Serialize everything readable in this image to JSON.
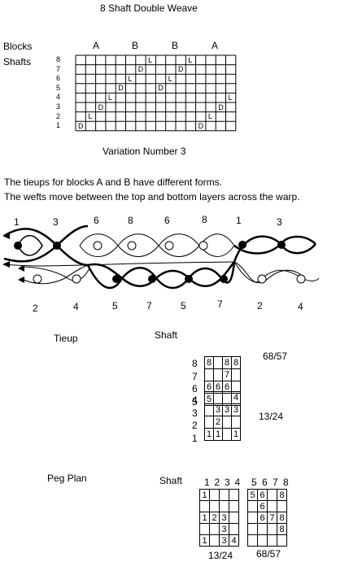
{
  "title": "8 Shaft Double Weave",
  "blocks_label": "Blocks",
  "shafts_label": "Shafts",
  "block_letters": [
    "A",
    "B",
    "B",
    "A"
  ],
  "draft_shafts": [
    "8",
    "7",
    "6",
    "5",
    "4",
    "3",
    "2",
    "1"
  ],
  "draft_marks": [
    {
      "col": 0,
      "shaft": 1,
      "t": "D"
    },
    {
      "col": 1,
      "shaft": 2,
      "t": "L"
    },
    {
      "col": 2,
      "shaft": 3,
      "t": "D"
    },
    {
      "col": 3,
      "shaft": 4,
      "t": "L"
    },
    {
      "col": 4,
      "shaft": 5,
      "t": "D"
    },
    {
      "col": 5,
      "shaft": 6,
      "t": "L"
    },
    {
      "col": 6,
      "shaft": 7,
      "t": "D"
    },
    {
      "col": 7,
      "shaft": 8,
      "t": "L"
    },
    {
      "col": 8,
      "shaft": 5,
      "t": "D"
    },
    {
      "col": 9,
      "shaft": 6,
      "t": "L"
    },
    {
      "col": 10,
      "shaft": 7,
      "t": "D"
    },
    {
      "col": 11,
      "shaft": 8,
      "t": "L"
    },
    {
      "col": 12,
      "shaft": 1,
      "t": "D"
    },
    {
      "col": 13,
      "shaft": 2,
      "t": "L"
    },
    {
      "col": 14,
      "shaft": 3,
      "t": "D"
    },
    {
      "col": 15,
      "shaft": 4,
      "t": "L"
    }
  ],
  "variation": "Variation Number 3",
  "desc_line1": "The tieups for blocks A and B have different forms.",
  "desc_line2": "The wefts move between the top and bottom layers across the warp.",
  "top_numbers": [
    "1",
    "3",
    "6",
    "8",
    "6",
    "8",
    "1",
    "3"
  ],
  "bottom_numbers": [
    "2",
    "4",
    "5",
    "7",
    "5",
    "7",
    "2",
    "4"
  ],
  "tieup_label": "Tieup",
  "shaft_label": "Shaft",
  "tieup_top_rows": [
    "8",
    "7",
    "6",
    "5"
  ],
  "tieup_top_cells": [
    [
      "8",
      "",
      "8",
      "8"
    ],
    [
      "",
      "",
      "7",
      ""
    ],
    [
      "6",
      "6",
      "6",
      ""
    ],
    [
      "5",
      "",
      "",
      ""
    ]
  ],
  "tieup_top_ratio": "68/57",
  "tieup_bottom_rows": [
    "4",
    "3",
    "2",
    "1"
  ],
  "tieup_bottom_cells": [
    [
      "",
      "",
      "",
      "4"
    ],
    [
      "",
      "3",
      "3",
      "3"
    ],
    [
      "",
      "2",
      "",
      ""
    ],
    [
      "1",
      "1",
      "",
      "1"
    ]
  ],
  "tieup_bottom_ratio": "13/24",
  "pegplan_label": "Peg Plan",
  "peg_left_headers": [
    "1",
    "2",
    "3",
    "4"
  ],
  "peg_right_headers": [
    "5",
    "6",
    "7",
    "8"
  ],
  "peg_left_cells": [
    [
      "1",
      "",
      "",
      ""
    ],
    [
      "",
      "",
      "",
      ""
    ],
    [
      "1",
      "2",
      "3",
      ""
    ],
    [
      "",
      "",
      "3",
      ""
    ],
    [
      "1",
      "",
      "3",
      "4"
    ]
  ],
  "peg_right_cells": [
    [
      "5",
      "6",
      "",
      "8"
    ],
    [
      "",
      "6",
      "",
      ""
    ],
    [
      "",
      "6",
      "7",
      "8"
    ],
    [
      "",
      "",
      "",
      "8"
    ],
    [
      "",
      "",
      "",
      ""
    ]
  ],
  "peg_left_ratio": "13/24",
  "peg_right_ratio": "68/57"
}
